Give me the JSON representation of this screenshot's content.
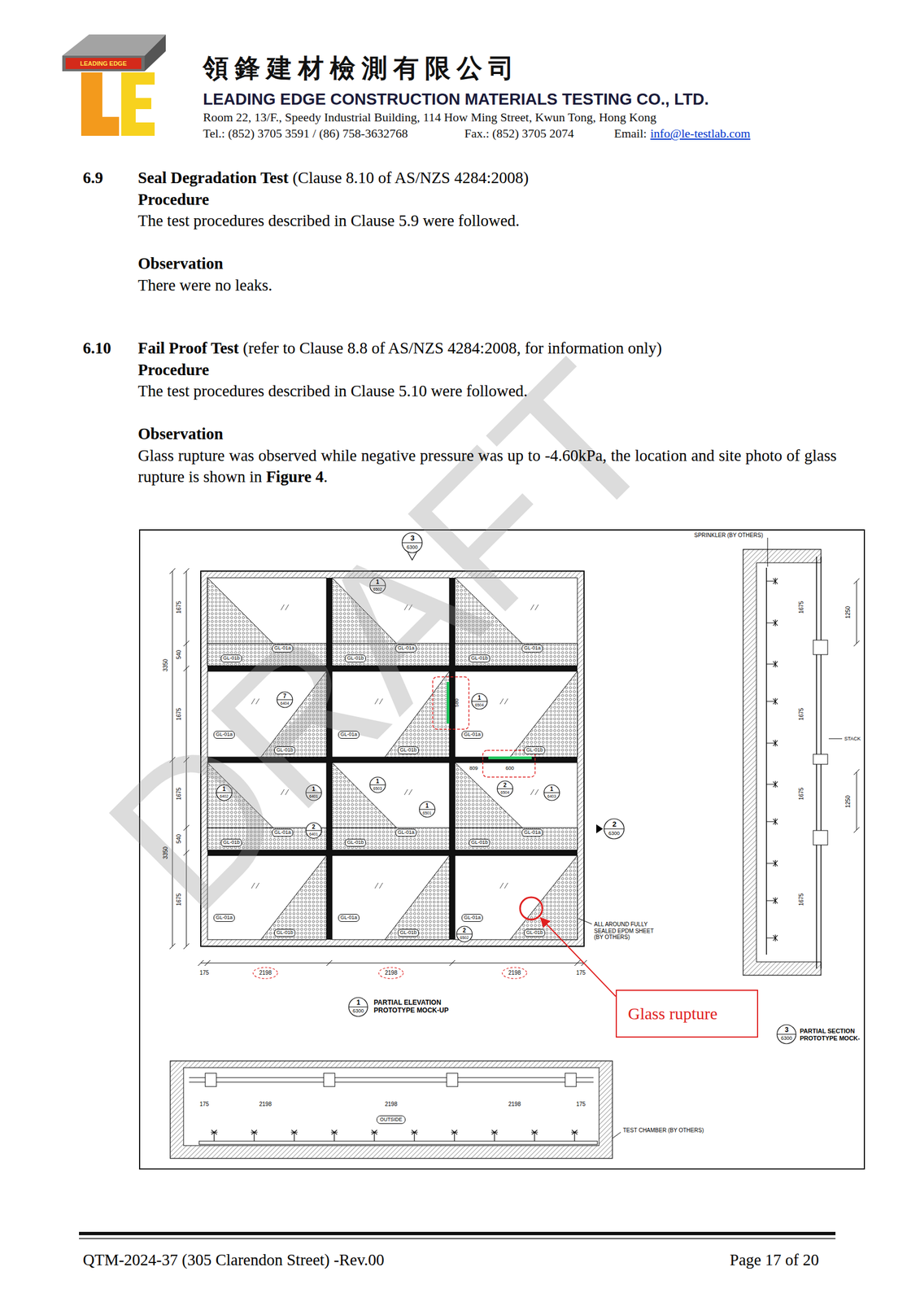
{
  "diagram": {
    "nodes": [
      {
        "text": [
          "Glass rupture"
        ]
      }
    ],
    "labels": [
      "LEADING EDGE",
      "領鋒建材檢測有限公司",
      "LEADING EDGE CONSTRUCTION MATERIALS TESTING CO., LTD.",
      "Room 22, 13/F., Speedy Industrial Building, 114 How Ming Street, Kwun Tong, Hong Kong",
      "Tel.: (852) 3705 3591 / (86) 758-3632768",
      "Fax.: (852) 3705 2074",
      "Email:",
      "info@le-testlab.com",
      "6.9",
      "Seal Degradation Test",
      "(Clause 8.10 of AS/NZS 4284:2008)",
      "Procedure",
      "The test procedures described in Clause 5.9 were followed.",
      "Observation",
      "There were no leaks.",
      "6.10",
      "Fail Proof Test",
      "(refer to Clause 8.8 of AS/NZS 4284:2008, for information only)",
      "Procedure",
      "The test procedures described in Clause 5.10 were followed.",
      "Observation",
      "Glass rupture was observed while negative pressure was up to -4.60kPa, the location and site photo of glass rupture is shown in",
      "Figure 4",
      ".",
      "DRAFT",
      "PARTIAL ELEVATION PROTOTYPE MOCK-UP",
      "1",
      "6300",
      "PARTIAL SECTION PROTOTYPE MOCK-",
      "3",
      "6300",
      "SPRINKLER (BY OTHERS)",
      "ALL AROUND FULLY SEALED EPDM SHEET (BY OTHERS)",
      "TEST CHAMBER (BY OTHERS)",
      "OUTSIDE",
      "STACK",
      "3",
      "6300",
      "2",
      "6300",
      "175",
      "2198",
      "2198",
      "2198",
      "175",
      "175",
      "2198",
      "2198",
      "2198",
      "175",
      "1675",
      "540",
      "1675",
      "1675",
      "540",
      "1675",
      "3350",
      "3350",
      "1250",
      "1250",
      "1675",
      "1675",
      "1675",
      "1675",
      "600",
      "809",
      "580",
      "GL-01a",
      "GL-01b",
      "GL-01a",
      "GL-01b",
      "GL-01a",
      "GL-01b",
      "GL-01a",
      "GL-01b",
      "GL-01a",
      "GL-01b",
      "GL-01a",
      "GL-01b",
      "GL-01a",
      "GL-01b",
      "GL-01a",
      "GL-01b",
      "GL-01a",
      "GL-01b",
      "GL-01a",
      "GL-01b",
      "GL-01a",
      "GL-01b",
      "GL-01a",
      "GL-01b",
      "1",
      "6502",
      "7",
      "6404",
      "1",
      "6504",
      "2",
      "6504",
      "1",
      "6402",
      "1",
      "6401",
      "2",
      "6401",
      "1",
      "6503",
      "1",
      "6501",
      "1",
      "6403",
      "2",
      "6502",
      "QTM-2024-37 (305 Clarendon Street) -Rev.00",
      "Page 17 of 20"
    ]
  }
}
